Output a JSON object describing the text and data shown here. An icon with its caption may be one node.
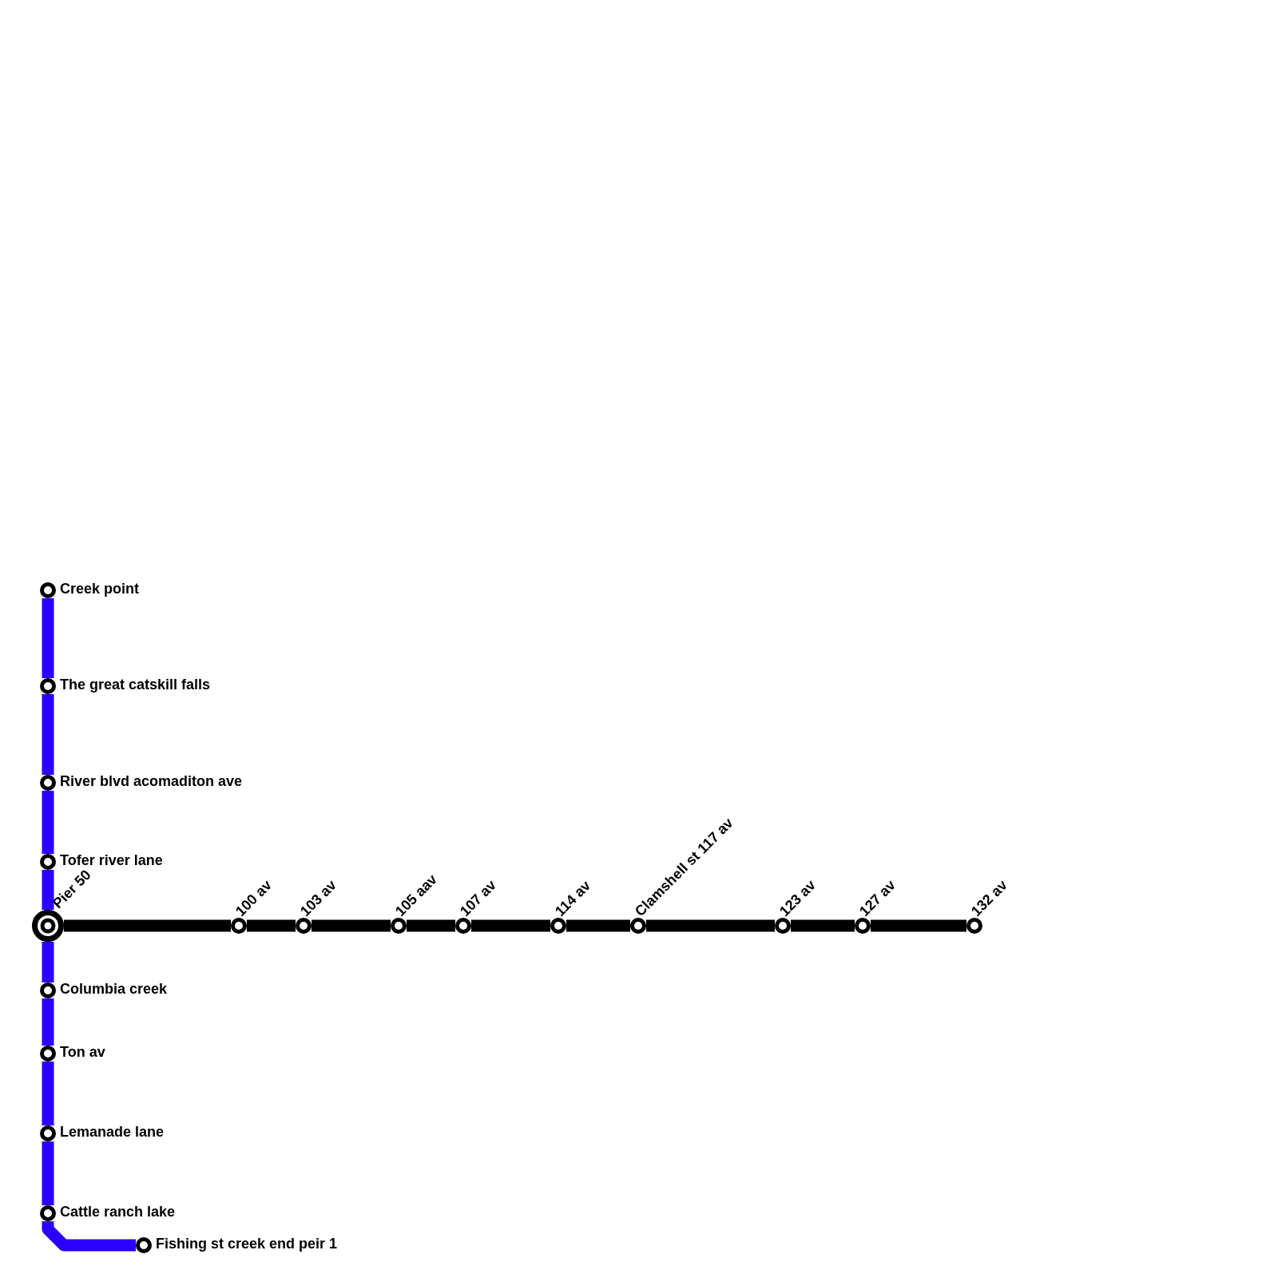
{
  "diagram": {
    "nodes": [
      {
        "text": [
          "Creek point"
        ]
      },
      {
        "text": [
          "The great catskill falls"
        ]
      },
      {
        "text": [
          "River blvd acomaditon ave"
        ]
      },
      {
        "text": [
          "Tofer river lane"
        ]
      },
      {
        "text": [
          "Pier 50"
        ]
      },
      {
        "text": [
          "100 av"
        ]
      },
      {
        "text": [
          "103 av"
        ]
      },
      {
        "text": [
          "105 aav"
        ]
      },
      {
        "text": [
          "107 av"
        ]
      },
      {
        "text": [
          "114 av"
        ]
      },
      {
        "text": [
          "Clamshell st 117 av"
        ]
      },
      {
        "text": [
          "123 av"
        ]
      },
      {
        "text": [
          "127 av"
        ]
      },
      {
        "text": [
          "132 av"
        ]
      },
      {
        "text": [
          "Columbia creek"
        ]
      },
      {
        "text": [
          "Ton av"
        ]
      },
      {
        "text": [
          "Lemanade lane"
        ]
      },
      {
        "text": [
          "Cattle ranch lake"
        ]
      },
      {
        "text": [
          "Fishing st creek end peir 1"
        ]
      }
    ],
    "edges": [
      {
        "from": 0,
        "to": 1,
        "arrow": "none",
        "color": "#2b00ff"
      },
      {
        "from": 1,
        "to": 2,
        "arrow": "none",
        "color": "#2b00ff"
      },
      {
        "from": 2,
        "to": 3,
        "arrow": "none",
        "color": "#2b00ff"
      },
      {
        "from": 3,
        "to": 4,
        "arrow": "none",
        "color": "#2b00ff"
      },
      {
        "from": 4,
        "to": 14,
        "arrow": "none",
        "color": "#2b00ff"
      },
      {
        "from": 14,
        "to": 15,
        "arrow": "none",
        "color": "#2b00ff"
      },
      {
        "from": 15,
        "to": 16,
        "arrow": "none",
        "color": "#2b00ff"
      },
      {
        "from": 16,
        "to": 17,
        "arrow": "none",
        "color": "#2b00ff"
      },
      {
        "from": 17,
        "to": 18,
        "arrow": "none",
        "color": "#2b00ff"
      },
      {
        "from": 4,
        "to": 5,
        "arrow": "none",
        "color": "#000000"
      },
      {
        "from": 5,
        "to": 6,
        "arrow": "none",
        "color": "#000000"
      },
      {
        "from": 6,
        "to": 7,
        "arrow": "none",
        "color": "#000000"
      },
      {
        "from": 7,
        "to": 8,
        "arrow": "none",
        "color": "#000000"
      },
      {
        "from": 8,
        "to": 9,
        "arrow": "none",
        "color": "#000000"
      },
      {
        "from": 9,
        "to": 10,
        "arrow": "none",
        "color": "#000000"
      },
      {
        "from": 10,
        "to": 11,
        "arrow": "none",
        "color": "#000000"
      },
      {
        "from": 11,
        "to": 12,
        "arrow": "none",
        "color": "#000000"
      },
      {
        "from": 12,
        "to": 13,
        "arrow": "none",
        "color": "#000000"
      }
    ]
  }
}
